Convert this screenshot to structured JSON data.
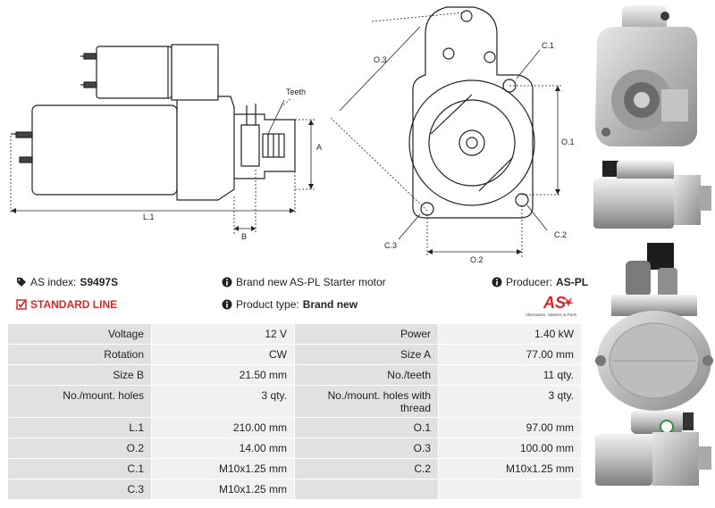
{
  "drawing": {
    "label_teeth": "Teeth",
    "label_a": "A",
    "label_b": "B",
    "label_l1": "L.1",
    "label_o3": "O.3",
    "label_c1": "C.1",
    "label_o1": "O.1",
    "label_c3": "C.3",
    "label_c2": "C.2",
    "label_o2": "O.2"
  },
  "info": {
    "as_index_label": "AS index:",
    "as_index_value": "S9497S",
    "line_label": "STANDARD LINE",
    "description": "Brand new AS-PL Starter motor",
    "product_type_label": "Product type:",
    "product_type_value": "Brand new",
    "producer_label": "Producer:",
    "producer_value": "AS-PL"
  },
  "logo": {
    "text": "AS",
    "tagline": "Alternators, Starters & Parts",
    "color": "#e3212b"
  },
  "specs": {
    "rows": [
      [
        "Voltage",
        "12 V",
        "Power",
        "1.40 kW"
      ],
      [
        "Rotation",
        "CW",
        "Size A",
        "77.00 mm"
      ],
      [
        "Size B",
        "21.50 mm",
        "No./teeth",
        "11 qty."
      ],
      [
        "No./mount. holes",
        "3 qty.",
        "No./mount. holes with thread",
        "3 qty."
      ],
      [
        "L.1",
        "210.00 mm",
        "O.1",
        "97.00 mm"
      ],
      [
        "O.2",
        "14.00 mm",
        "O.3",
        "100.00 mm"
      ],
      [
        "C.1",
        "M10x1.25 mm",
        "C.2",
        "M10x1.25 mm"
      ],
      [
        "C.3",
        "M10x1.25 mm",
        "",
        ""
      ]
    ]
  },
  "colors": {
    "accent_red": "#d8282b",
    "label_cell": "#e1e1e1",
    "value_cell": "#f1f1f1"
  }
}
